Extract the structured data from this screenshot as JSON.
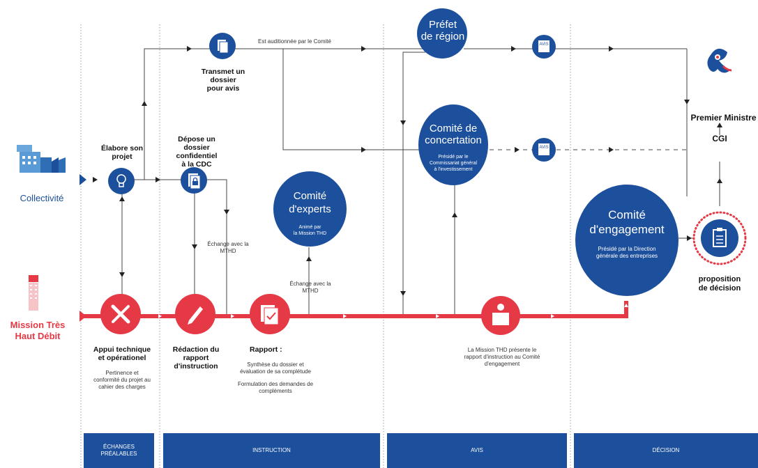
{
  "colors": {
    "blue": "#1c4f9c",
    "red": "#e63946",
    "grey": "#555555"
  },
  "actors": {
    "collectivite": "Collectivité",
    "mission_line1": "Mission Très",
    "mission_line2": "Haut Débit",
    "premier_ministre": "Premier Ministre",
    "cgi": "CGI"
  },
  "steps": {
    "elabore_l1": "Élabore son",
    "elabore_l2": "projet",
    "transmet_l1": "Transmet un dossier",
    "transmet_l2": "pour avis",
    "depose_l1": "Dépose un",
    "depose_l2": "dossier confidentiel",
    "depose_l3": "à la CDC",
    "auditionnee": "Est auditionnée par le Comité",
    "echange_mthd_l1": "Échange avec la",
    "echange_mthd_l2": "MTHD",
    "echange_mthd2_l1": "Échange avec la",
    "echange_mthd2_l2": "MTHD",
    "avis1": "AVIS",
    "avis2": "AVIS"
  },
  "bodies": {
    "prefet_l1": "Préfet",
    "prefet_l2": "de région",
    "concertation_l1": "Comité de",
    "concertation_l2": "concertation",
    "concertation_sub1": "Présidé par le",
    "concertation_sub2": "Commissariat général",
    "concertation_sub3": "à l'investissement",
    "experts_l1": "Comité",
    "experts_l2": "d'experts",
    "experts_sub1": "Animé par",
    "experts_sub2": "la Mission THD",
    "engagement_l1": "Comité",
    "engagement_l2": "d'engagement",
    "engagement_sub1": "Présidé par la Direction",
    "engagement_sub2": "générale des entreprises"
  },
  "mission_steps": {
    "appui_l1": "Appui technique",
    "appui_l2": "et opérationel",
    "appui_d1": "Pertinence et",
    "appui_d2": "conformité du projet au",
    "appui_d3": "cahier des charges",
    "redaction_l1": "Rédaction du",
    "redaction_l2": "rapport",
    "redaction_l3": "d'instruction",
    "rapport_l1": "Rapport :",
    "rapport_d1": "Synthèse du dossier et",
    "rapport_d2": "évaluation de sa complétude",
    "rapport_d3": "Formulation des demandes de",
    "rapport_d4": "compléments",
    "presente_l1": "La Mission THD présente le",
    "presente_l2": "rapport d'instruction au Comité",
    "presente_l3": "d'engagement",
    "proposition_l1": "proposition",
    "proposition_l2": "de décision"
  },
  "phases": {
    "echanges_l1": "ÉCHANGES",
    "echanges_l2": "PRÉALABLES",
    "instruction": "INSTRUCTION",
    "avis": "AVIS",
    "decision": "DÉCISION"
  }
}
